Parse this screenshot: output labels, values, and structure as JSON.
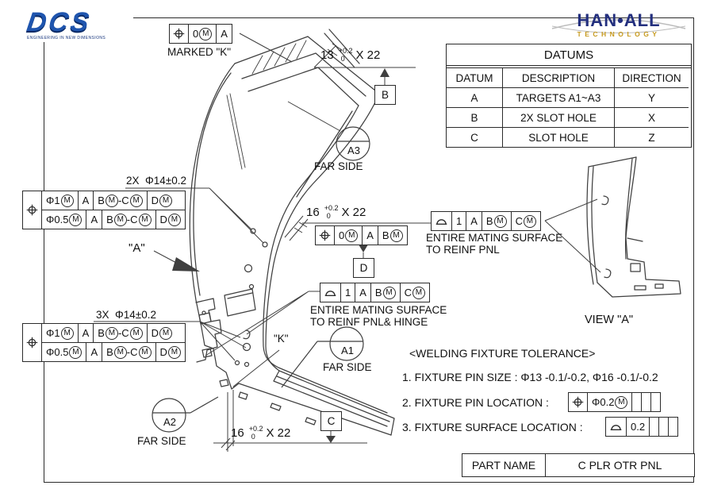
{
  "header": {
    "dcs_logo": {
      "text": "DCS",
      "tagline": "ENGINEERING IN NEW DIMENSIONS"
    },
    "hanall_logo": {
      "name": "HAN•ALL",
      "sub": "TECHNOLOGY"
    }
  },
  "datum_table": {
    "title": "DATUMS",
    "headers": [
      "DATUM",
      "DESCRIPTION",
      "DIRECTION"
    ],
    "rows": [
      [
        "A",
        "TARGETS A1~A3",
        "Y"
      ],
      [
        "B",
        "2X SLOT HOLE",
        "X"
      ],
      [
        "C",
        "SLOT HOLE",
        "Z"
      ]
    ]
  },
  "annotations": {
    "marked_k": {
      "fcf": {
        "sym": "pos",
        "cells": [
          "0(M)",
          "A"
        ]
      },
      "label": "MARKED \"K\""
    },
    "dim_13_top": {
      "value": "13",
      "tol_hi": "+0.2",
      "tol_lo": "0",
      "suffix": "X 22",
      "datum_flag": "B"
    },
    "target_a3": {
      "label": "A3",
      "note": "FAR SIDE"
    },
    "holes_2x": {
      "label": "2X  Φ14±0.2",
      "fcf": {
        "sym": "pos",
        "rows": [
          [
            "Φ1(M)",
            "A",
            "B(M)-C(M)",
            "D(M)"
          ],
          [
            "Φ0.5(M)",
            "A",
            "B(M)-C(M)",
            "D(M)"
          ]
        ]
      }
    },
    "view_arrow_label": "\"A\"",
    "dim_16_mid": {
      "value": "16",
      "tol_hi": "+0.2",
      "tol_lo": "0",
      "suffix": "X 22",
      "fcf": {
        "sym": "pos",
        "cells": [
          "0(M)",
          "A",
          "B(M)"
        ]
      },
      "datum_flag": "D"
    },
    "profile_right": {
      "fcf": {
        "sym": "profile",
        "cells": [
          "1",
          "A",
          "B(M)",
          "C(M)"
        ]
      },
      "note_line1": "ENTIRE MATING SURFACE",
      "note_line2": "TO REINF PNL"
    },
    "profile_mid": {
      "fcf": {
        "sym": "profile",
        "cells": [
          "1",
          "A",
          "B(M)",
          "C(M)"
        ]
      },
      "note_line1": "ENTIRE MATING SURFACE",
      "note_line2": "TO REINF PNL& HINGE"
    },
    "holes_3x": {
      "label": "3X  Φ14±0.2",
      "fcf": {
        "sym": "pos",
        "rows": [
          [
            "Φ1(M)",
            "A",
            "B(M)-C(M)",
            "D(M)"
          ],
          [
            "Φ0.5(M)",
            "A",
            "B(M)-C(M)",
            "D(M)"
          ]
        ]
      }
    },
    "k_ref_label": "\"K\"",
    "target_a1": {
      "label": "A1",
      "note": "FAR SIDE"
    },
    "target_a2": {
      "label": "A2",
      "note": "FAR SIDE"
    },
    "dim_16_bottom": {
      "value": "16",
      "tol_hi": "+0.2",
      "tol_lo": "0",
      "suffix": "X 22",
      "datum_flag": "C"
    }
  },
  "view_a": {
    "label": "VIEW \"A\""
  },
  "welding_notes": {
    "title": "<WELDING FIXTURE TOLERANCE>",
    "note1": "1. FIXTURE PIN SIZE : Φ13 -0.1/-0.2, Φ16 -0.1/-0.2",
    "note2_label": "2. FIXTURE PIN LOCATION :",
    "note2_fcf": {
      "sym": "pos",
      "cells": [
        "Φ0.2(M)",
        "",
        "",
        ""
      ]
    },
    "note3_label": "3. FIXTURE SURFACE LOCATION :",
    "note3_fcf": {
      "sym": "profile",
      "cells": [
        "0.2",
        "",
        "",
        ""
      ]
    }
  },
  "title_block": {
    "part_name_label": "PART NAME",
    "part_name": "C PLR OTR PNL"
  }
}
